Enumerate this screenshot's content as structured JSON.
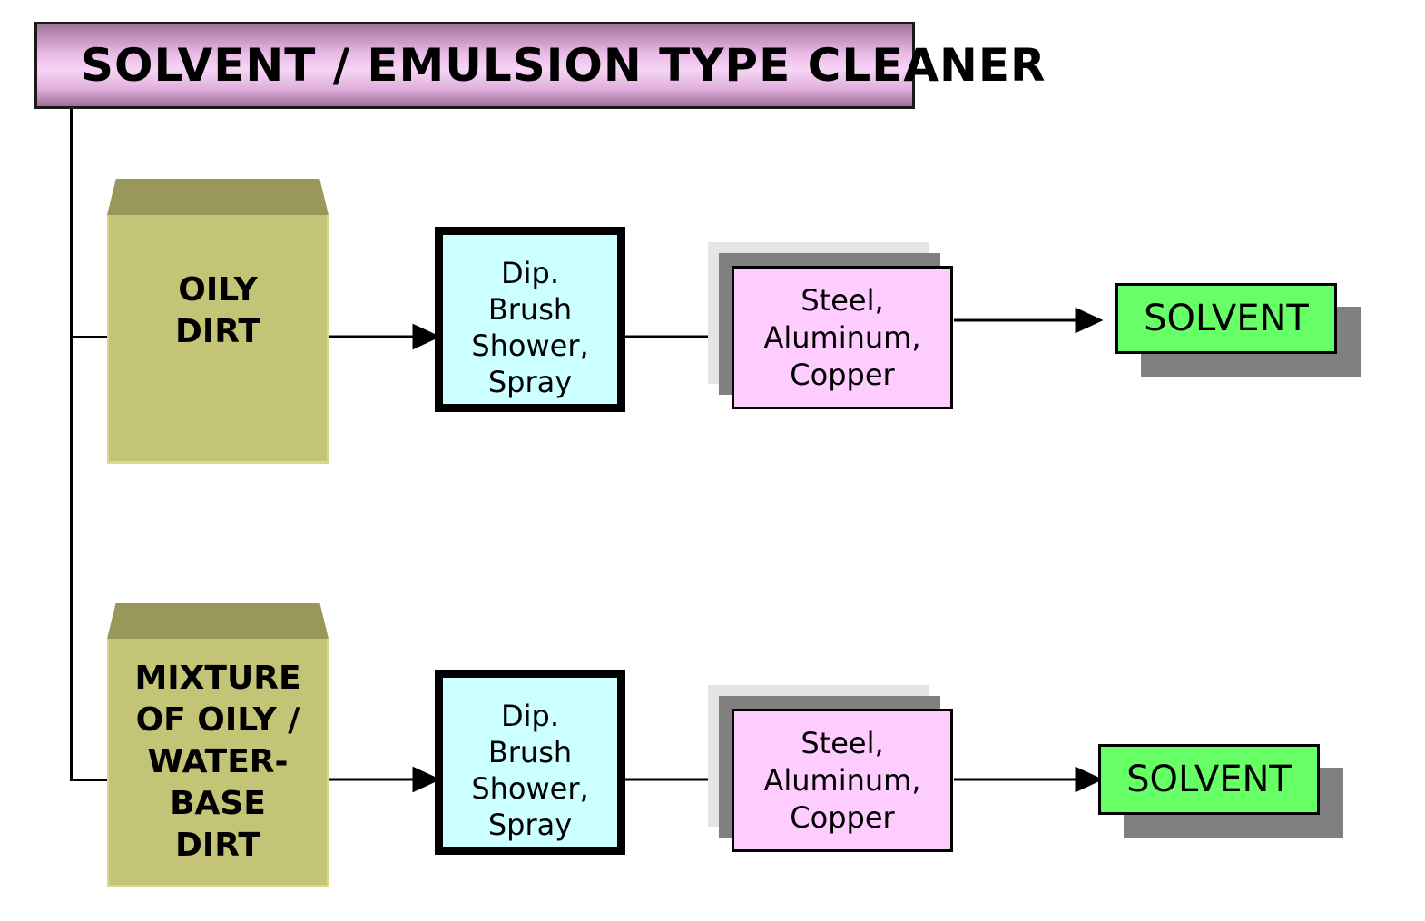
{
  "title": "SOLVENT / EMULSION TYPE CLEANER",
  "rows": [
    {
      "dirt": "OILY\nDIRT",
      "method": "Dip.\nBrush\nShower,\nSpray",
      "materials": "Steel,\nAluminum,\nCopper",
      "result": "SOLVENT"
    },
    {
      "dirt": "MIXTURE\nOF OILY /\nWATER-\nBASE\nDIRT",
      "method": "Dip.\nBrush\nShower,\nSpray",
      "materials": "Steel,\nAluminum,\nCopper",
      "result": "SOLVENT"
    }
  ],
  "colors": {
    "title_bg": "#f6d6f4",
    "dirt_cube": "#c4c477",
    "method_bg": "#ccffff",
    "material_bg": "#ffccff",
    "result_bg": "#66ff66",
    "shadow": "#808080"
  }
}
